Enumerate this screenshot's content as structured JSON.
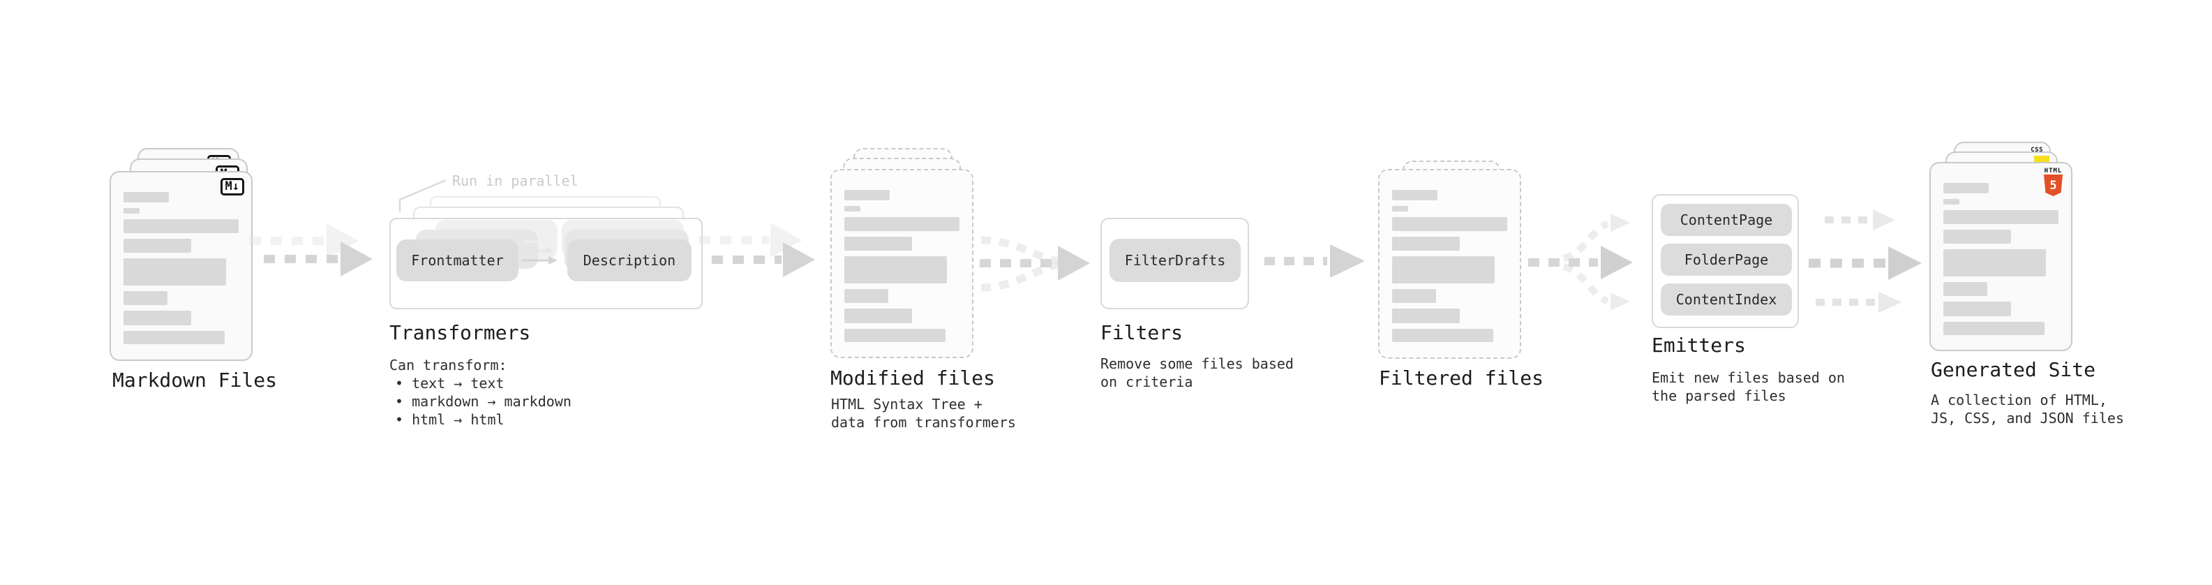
{
  "diagram": {
    "markdown": {
      "label": "Markdown Files",
      "badge": "M↓"
    },
    "transformers": {
      "label": "Transformers",
      "note": "Run in parallel",
      "pill_a": "Frontmatter",
      "pill_b": "Description",
      "desc_title": "Can transform:",
      "bullets": [
        "• text → text",
        "• markdown → markdown",
        "• html → html"
      ]
    },
    "modified": {
      "label": "Modified files",
      "desc": [
        "HTML Syntax Tree +",
        "data from transformers"
      ]
    },
    "filters": {
      "label": "Filters",
      "pill": "FilterDrafts",
      "desc": [
        "Remove some files based",
        "on criteria"
      ]
    },
    "filtered": {
      "label": "Filtered files"
    },
    "emitters": {
      "label": "Emitters",
      "pills": [
        "ContentPage",
        "FolderPage",
        "ContentIndex"
      ],
      "desc": [
        "Emit new files based on",
        "the parsed files"
      ]
    },
    "generated": {
      "label": "Generated Site",
      "badge_css": "CSS",
      "badge_html_top": "HTML",
      "badge_html_num": "5",
      "desc": [
        "A collection of HTML,",
        "JS, CSS, and JSON files"
      ]
    }
  },
  "colors": {
    "html5_orange": "#e34f26",
    "js_yellow": "#f7df1e",
    "css_blue": "#2962ff",
    "arrow_gray": "#d4d4d4"
  }
}
